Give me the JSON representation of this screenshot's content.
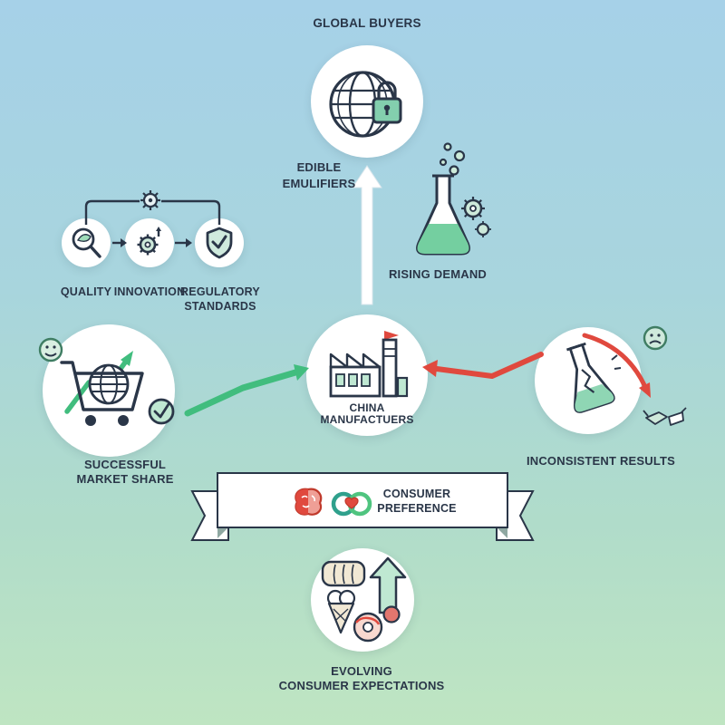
{
  "colors": {
    "background_top": "#a6d1e8",
    "background_bottom": "#bfe5c2",
    "ink": "#2a3648",
    "green_accent": "#41bd7e",
    "red_accent": "#e0493e",
    "mint": "#bfe8d2",
    "node_fill": "#ffffff"
  },
  "nodes": {
    "global_buyers": {
      "label": "GLOBAL BUYERS"
    },
    "edible_emulifiers": {
      "line1": "EDIBLE",
      "line2": "EMULIFIERS"
    },
    "rising_demand": {
      "label": "RISING DEMAND"
    },
    "quality": {
      "label": "QUALITY"
    },
    "innovation": {
      "label": "INNOVATION"
    },
    "regulatory_standards": {
      "line1": "REGULATORY",
      "line2": "STANDARDS"
    },
    "china_manufacturers": {
      "line1": "CHINA",
      "line2": "MANUFACTUERS"
    },
    "successful_market_share": {
      "line1": "SUCCESSFUL",
      "line2": "MARKET SHARE"
    },
    "inconsistent_results": {
      "label": "INCONSISTENT RESULTS"
    },
    "consumer_preference": {
      "line1": "CONSUMER",
      "line2": "PREFERENCE"
    },
    "evolving_consumer_expectations": {
      "line1": "EVOLVING",
      "line2": "CONSUMER EXPECTATIONS"
    }
  },
  "icons": [
    "globe-lock-icon",
    "flask-gear-icon",
    "magnifier-leaf-icon",
    "gear-up-arrow-icon",
    "shield-check-icon",
    "gear-icon",
    "factory-icon",
    "smiley-icon",
    "growth-zigzag-arrow-icon",
    "cart-globe-icon",
    "check-circle-icon",
    "broken-flask-icon",
    "sad-face-icon",
    "decline-curve-arrow-icon",
    "handshake-icon",
    "brain-icon",
    "rings-heart-icon",
    "bread-icon",
    "ice-cream-icon",
    "donut-icon",
    "berry-icon",
    "up-arrow-icon"
  ]
}
